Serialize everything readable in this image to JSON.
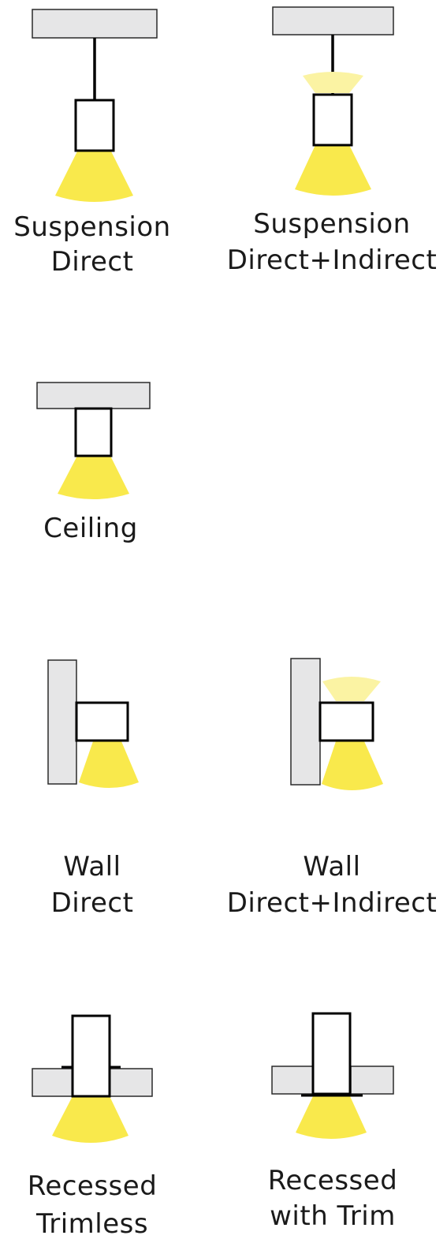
{
  "colors": {
    "beam": "#f9e94c",
    "beam_soft": "#fbf3a3",
    "plate": "#e6e6e7",
    "outline": "#000000"
  },
  "fixtures": [
    {
      "id": "suspension-direct",
      "label_line1": "Suspension",
      "label_line2": "Direct"
    },
    {
      "id": "suspension-direct-indirect",
      "label_line1": "Suspension",
      "label_line2": "Direct+Indirect"
    },
    {
      "id": "ceiling",
      "label_line1": "Ceiling"
    },
    {
      "id": "wall-direct",
      "label_line1": "Wall",
      "label_line2": "Direct"
    },
    {
      "id": "wall-direct-indirect",
      "label_line1": "Wall",
      "label_line2": "Direct+Indirect"
    },
    {
      "id": "recessed-trimless",
      "label_line1": "Recessed",
      "label_line2": "Trimless"
    },
    {
      "id": "recessed-with-trim",
      "label_line1": "Recessed",
      "label_line2": "with Trim"
    }
  ]
}
